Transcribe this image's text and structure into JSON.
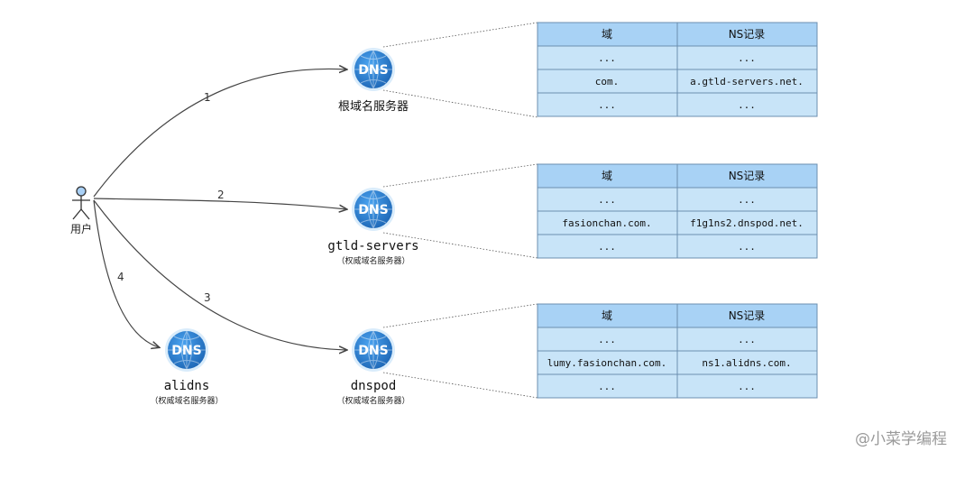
{
  "user": {
    "label": "用户"
  },
  "servers": {
    "root": {
      "icon_text": "DNS",
      "name": "根域名服务器",
      "subtitle": ""
    },
    "gtld": {
      "icon_text": "DNS",
      "name": "gtld-servers",
      "subtitle": "（权威域名服务器）"
    },
    "dnspod": {
      "icon_text": "DNS",
      "name": "dnspod",
      "subtitle": "（权威域名服务器）"
    },
    "alidns": {
      "icon_text": "DNS",
      "name": "alidns",
      "subtitle": "（权威域名服务器）"
    }
  },
  "edges": {
    "e1": "1",
    "e2": "2",
    "e3": "3",
    "e4": "4"
  },
  "tables": {
    "root": {
      "headers": [
        "域",
        "NS记录"
      ],
      "rows": [
        [
          "...",
          "..."
        ],
        [
          "com.",
          "a.gtld-servers.net."
        ],
        [
          "...",
          "..."
        ]
      ]
    },
    "gtld": {
      "headers": [
        "域",
        "NS记录"
      ],
      "rows": [
        [
          "...",
          "..."
        ],
        [
          "fasionchan.com.",
          "f1g1ns2.dnspod.net."
        ],
        [
          "...",
          "..."
        ]
      ]
    },
    "dnspod": {
      "headers": [
        "域",
        "NS记录"
      ],
      "rows": [
        [
          "...",
          "..."
        ],
        [
          "lumy.fasionchan.com.",
          "ns1.alidns.com."
        ],
        [
          "...",
          "..."
        ]
      ]
    }
  },
  "watermark": "@小菜学编程",
  "colors": {
    "header_fill": "#a8d2f5",
    "row_fill": "#c8e4f8",
    "grid_stroke": "#6b8fb0",
    "dns_icon": "#2a79c6",
    "edge": "#444444"
  }
}
